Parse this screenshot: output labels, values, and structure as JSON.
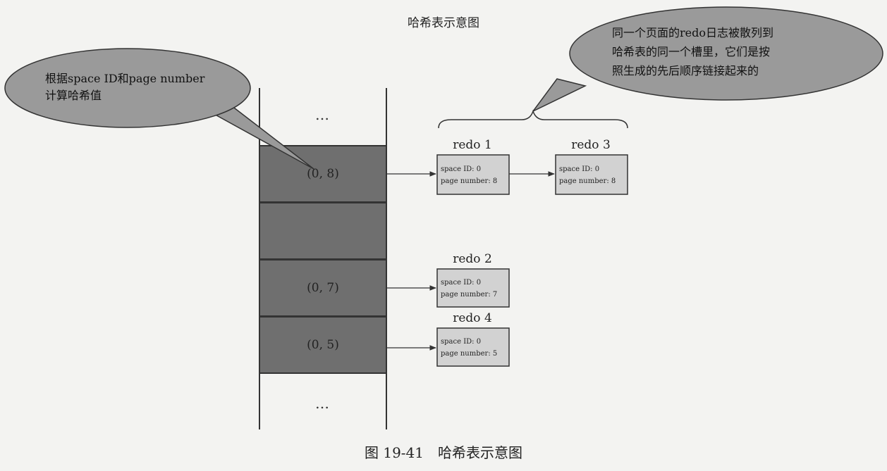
{
  "title": "哈希表示意图",
  "caption": "图 19-41　哈希表示意图",
  "callout_left": {
    "lines": [
      "根据space ID和page number",
      "计算哈希值"
    ]
  },
  "callout_right": {
    "lines": [
      "同一个页面的redo日志被散列到",
      "哈希表的同一个槽里，它们是按",
      "照生成的先后顺序链接起来的"
    ]
  },
  "table": {
    "top_ellipsis": "…",
    "bottom_ellipsis": "…",
    "slots": [
      {
        "label": "(0, 8)"
      },
      {
        "label": ""
      },
      {
        "label": "(0, 7)"
      },
      {
        "label": "(0, 5)"
      }
    ]
  },
  "nodes": [
    {
      "name": "redo 1",
      "line1": "space ID: 0",
      "line2": "page number: 8"
    },
    {
      "name": "redo 3",
      "line1": "space ID: 0",
      "line2": "page number: 8"
    },
    {
      "name": "redo 2",
      "line1": "space ID: 0",
      "line2": "page number: 7"
    },
    {
      "name": "redo 4",
      "line1": "space ID: 0",
      "line2": "page number: 5"
    }
  ],
  "colors": {
    "slot_fill": "#6f6f6f",
    "node_fill": "#d2d2d2",
    "bubble_fill": "#9a9a9a",
    "line": "#333333"
  }
}
